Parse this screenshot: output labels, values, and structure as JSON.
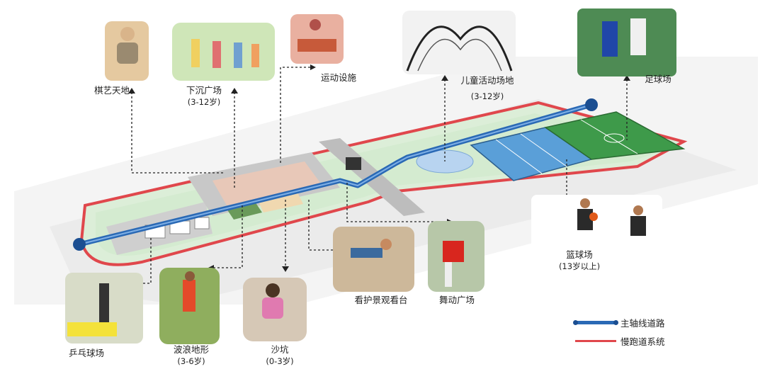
{
  "labels": {
    "chess": {
      "name": "棋艺天地",
      "sub": ""
    },
    "sunken": {
      "name": "下沉广场",
      "sub": "(3-12岁)"
    },
    "fitness": {
      "name": "运动设施",
      "sub": ""
    },
    "kids": {
      "name": "儿童活动场地",
      "sub": "(3-12岁)"
    },
    "football": {
      "name": "足球场",
      "sub": ""
    },
    "basketball": {
      "name": "篮球场",
      "sub": "(13岁以上)"
    },
    "viewing": {
      "name": "看护景观看台",
      "sub": ""
    },
    "dance": {
      "name": "舞动广场",
      "sub": ""
    },
    "sandpit": {
      "name": "沙坑",
      "sub": "(0-3岁)"
    },
    "wave": {
      "name": "波浪地形",
      "sub": "(3-6岁)"
    },
    "pingpong": {
      "name": "乒乓球场",
      "sub": ""
    }
  },
  "legend": {
    "axis": "主轴线道路",
    "running": "慢跑道系统"
  },
  "colors": {
    "axis_road": "#2a69b5",
    "running_track": "#e0474c",
    "lawn": "#dbeed7",
    "court": "#5a9fd8",
    "pitch": "#3e9a4a"
  }
}
